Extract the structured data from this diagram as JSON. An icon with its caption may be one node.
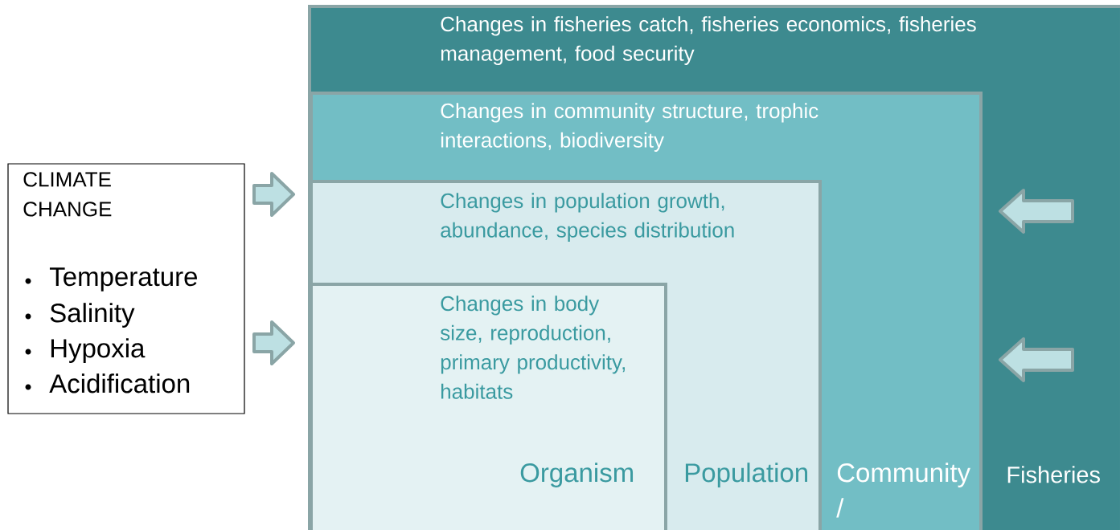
{
  "diagram": {
    "nodes": [
      {
        "text": [
          "Changes in fisheries catch, fisheries economics, fisheries management, food security",
          "Fisheries"
        ]
      },
      {
        "text": [
          "Changes in community structure, trophic interactions, biodiversity",
          "Community /"
        ],
        "in": 0
      },
      {
        "text": [
          "Changes in population growth, abundance, species distribution",
          "Population"
        ],
        "in": 1
      },
      {
        "text": [
          "Changes in body size, reproduction, primary productivity, habitats",
          "Organism"
        ],
        "in": 2
      },
      {
        "text": [
          "CLIMATE CHANGE",
          "Temperature",
          "Salinity",
          "Hypoxia",
          "Acidification"
        ]
      }
    ],
    "edges": [
      {
        "from": 4,
        "to": 2,
        "arrow": "to"
      },
      {
        "from": 4,
        "to": 3,
        "arrow": "to"
      },
      {
        "from": null,
        "to": 1,
        "arrow": "to"
      },
      {
        "from": null,
        "to": 1,
        "arrow": "to"
      }
    ]
  }
}
